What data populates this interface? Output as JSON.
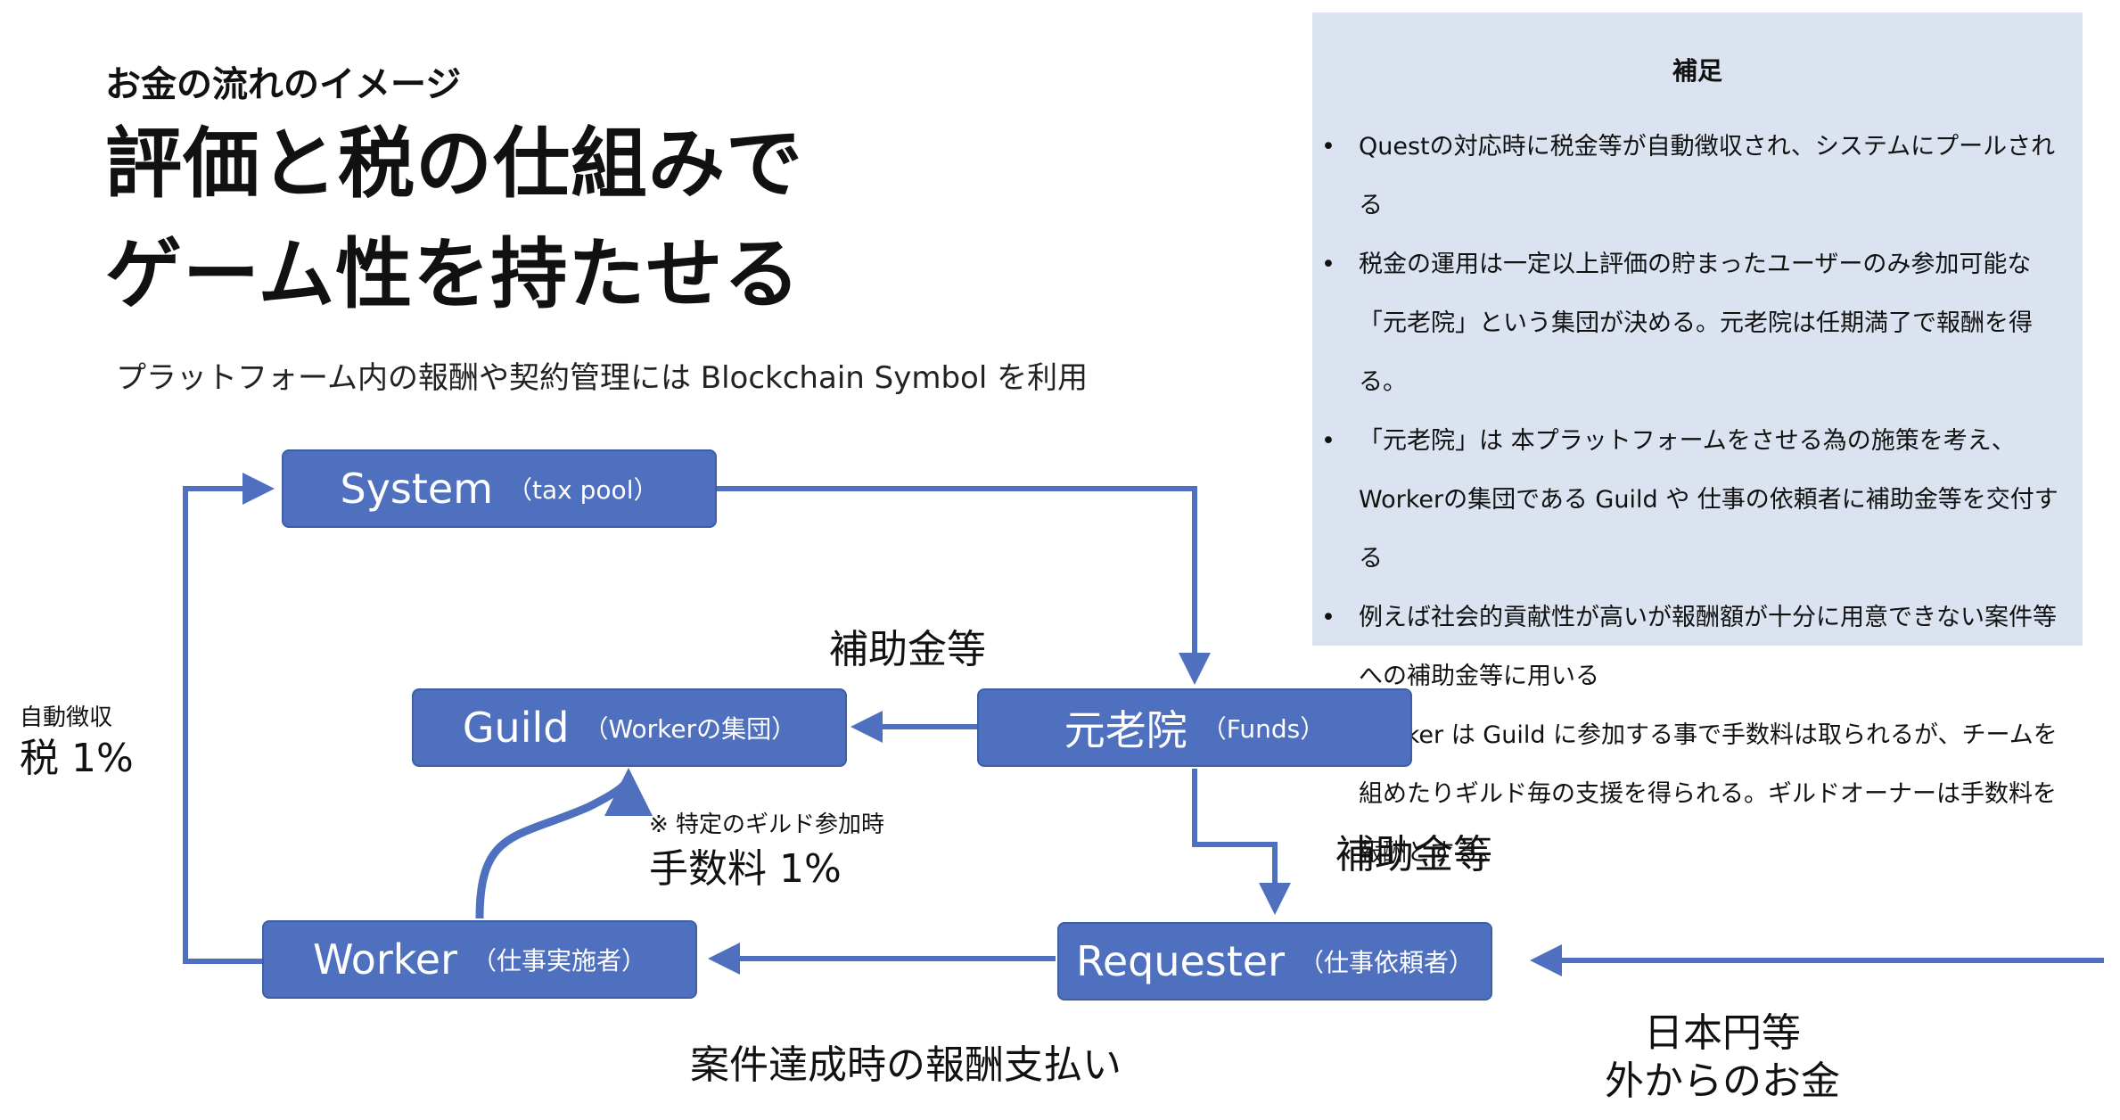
{
  "header": {
    "subtitle": "お金の流れのイメージ",
    "title_line1": "評価と税の仕組みで",
    "title_line2": "ゲーム性を持たせる",
    "note": "プラットフォーム内の報酬や契約管理には Blockchain Symbol を利用"
  },
  "supplement": {
    "title": "補足",
    "items": [
      "Questの対応時に税金等が自動徴収され、システムにプールされる",
      "税金の運用は一定以上評価の貯まったユーザーのみ参加可能な「元老院」という集団が決める。元老院は任期満了で報酬を得る。",
      "「元老院」は 本プラットフォームをさせる為の施策を考え、Workerの集団である Guild や 仕事の依頼者に補助金等を交付する",
      "例えば社会的貢献性が高いが報酬額が十分に用意できない案件等への補助金等に用いる",
      "Worker は Guild に参加する事で手数料は取られるが、チームを組めたりギルド毎の支援を得られる。ギルドオーナーは手数料を報酬とする。"
    ]
  },
  "nodes": {
    "system": {
      "main": "System",
      "sub": "（tax pool）"
    },
    "guild": {
      "main": "Guild",
      "sub": "（Workerの集団）"
    },
    "genroin": {
      "main": "元老院",
      "sub": "（Funds）"
    },
    "worker": {
      "main": "Worker",
      "sub": "（仕事実施者）"
    },
    "requester": {
      "main": "Requester",
      "sub": "（仕事依頼者）"
    }
  },
  "labels": {
    "subsidy_to_guild": "補助金等",
    "subsidy_to_requester": "補助金等",
    "tax_caption": "自動徴収",
    "tax": "税 1%",
    "guild_fee_note": "※ 特定のギルド参加時",
    "guild_fee": "手数料 1%",
    "payment": "案件達成時の報酬支払い",
    "external_line1": "日本円等",
    "external_line2": "外からのお金"
  },
  "colors": {
    "node_fill": "#4f6fbf",
    "arrow": "#4f6fbf",
    "panel_bg": "#dbe3f0"
  }
}
